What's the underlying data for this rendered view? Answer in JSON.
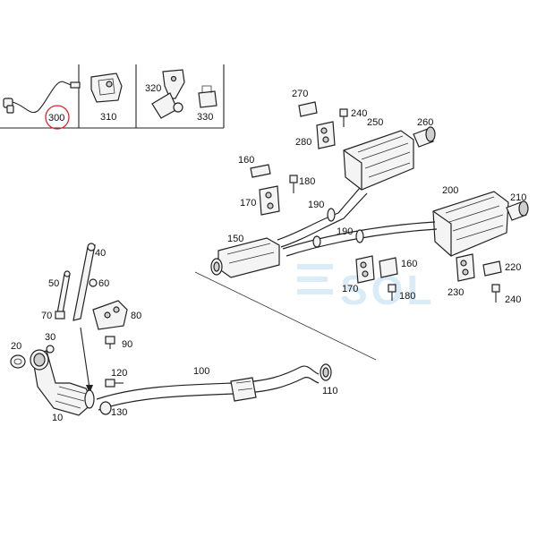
{
  "watermark": "SOL",
  "accent_colors": {
    "highlight": "#d9262c",
    "watermark": "#b9dcf2"
  },
  "header_parts": [
    {
      "id": "300",
      "label": "300",
      "highlighted": true
    },
    {
      "id": "310",
      "label": "310"
    },
    {
      "id": "320",
      "label": "320"
    },
    {
      "id": "330",
      "label": "330"
    }
  ],
  "labels": {
    "p270": "270",
    "p240a": "240",
    "p250": "250",
    "p260": "260",
    "p280": "280",
    "p160a": "160",
    "p180a": "180",
    "p170a": "170",
    "p190a": "190",
    "p200": "200",
    "p210": "210",
    "p190b": "190",
    "p150": "150",
    "p160b": "160",
    "p220": "220",
    "p170b": "170",
    "p180b": "180",
    "p230": "230",
    "p240b": "240",
    "p40": "40",
    "p50": "50",
    "p60": "60",
    "p70": "70",
    "p80": "80",
    "p30": "30",
    "p90": "90",
    "p20": "20",
    "p120": "120",
    "p100": "100",
    "p110": "110",
    "p130": "130",
    "p10": "10"
  }
}
